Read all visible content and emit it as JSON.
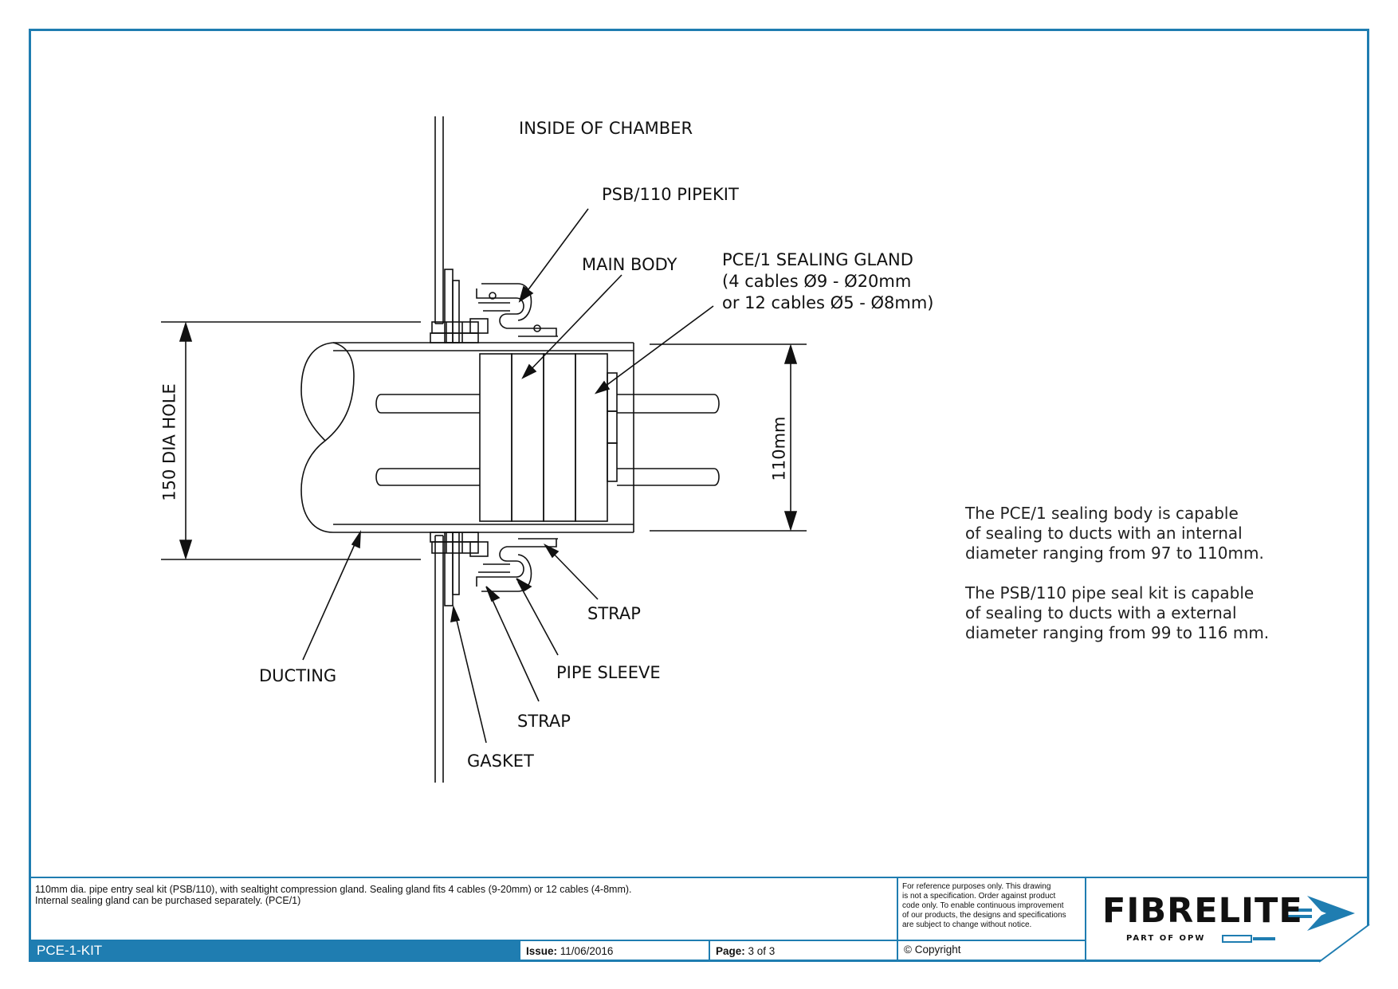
{
  "labels": {
    "inside_chamber": "INSIDE OF CHAMBER",
    "pipekit": "PSB/110 PIPEKIT",
    "main_body": "MAIN BODY",
    "gland_1": "PCE/1 SEALING GLAND",
    "gland_2": "(4 cables Ø9 - Ø20mm",
    "gland_3": "or 12 cables Ø5 - Ø8mm)",
    "dia_hole": "150 DIA HOLE",
    "dim_110": "110mm",
    "ducting": "DUCTING",
    "strap_right": "STRAP",
    "pipe_sleeve": "PIPE SLEEVE",
    "strap_bottom": "STRAP",
    "gasket": "GASKET"
  },
  "notes": {
    "p1_l1": "The PCE/1 sealing body is capable",
    "p1_l2": "of sealing to ducts with an internal",
    "p1_l3": "diameter ranging from 97 to 110mm.",
    "p2_l1": "The PSB/110 pipe seal kit is capable",
    "p2_l2": "of sealing to ducts with a external",
    "p2_l3": "diameter ranging from 99 to 116 mm."
  },
  "title_block": {
    "description_l1": "110mm dia. pipe entry seal kit (PSB/110), with sealtight compression gland. Sealing gland fits 4 cables (9-20mm) or 12 cables (4-8mm).",
    "description_l2": "Internal sealing gland can be purchased separately. (PCE/1)",
    "disclaimer_l1": "For reference purposes only. This drawing",
    "disclaimer_l2": "is not a specification. Order against product",
    "disclaimer_l3": "code only.  To enable continuous improvement",
    "disclaimer_l4": "of our products, the designs and specifications",
    "disclaimer_l5": "are subject to change without notice.",
    "code": "PCE-1-KIT",
    "issue_label": "Issue:",
    "issue_value": "11/06/2016",
    "page_label": "Page:",
    "page_value": "3 of 3",
    "copyright": "© Copyright",
    "logo": "FIBRELITE",
    "logo_sub": "PART OF OPW"
  },
  "colors": {
    "frame": "#1f7db1",
    "bar": "#1f7db1",
    "lines": "#111111"
  }
}
